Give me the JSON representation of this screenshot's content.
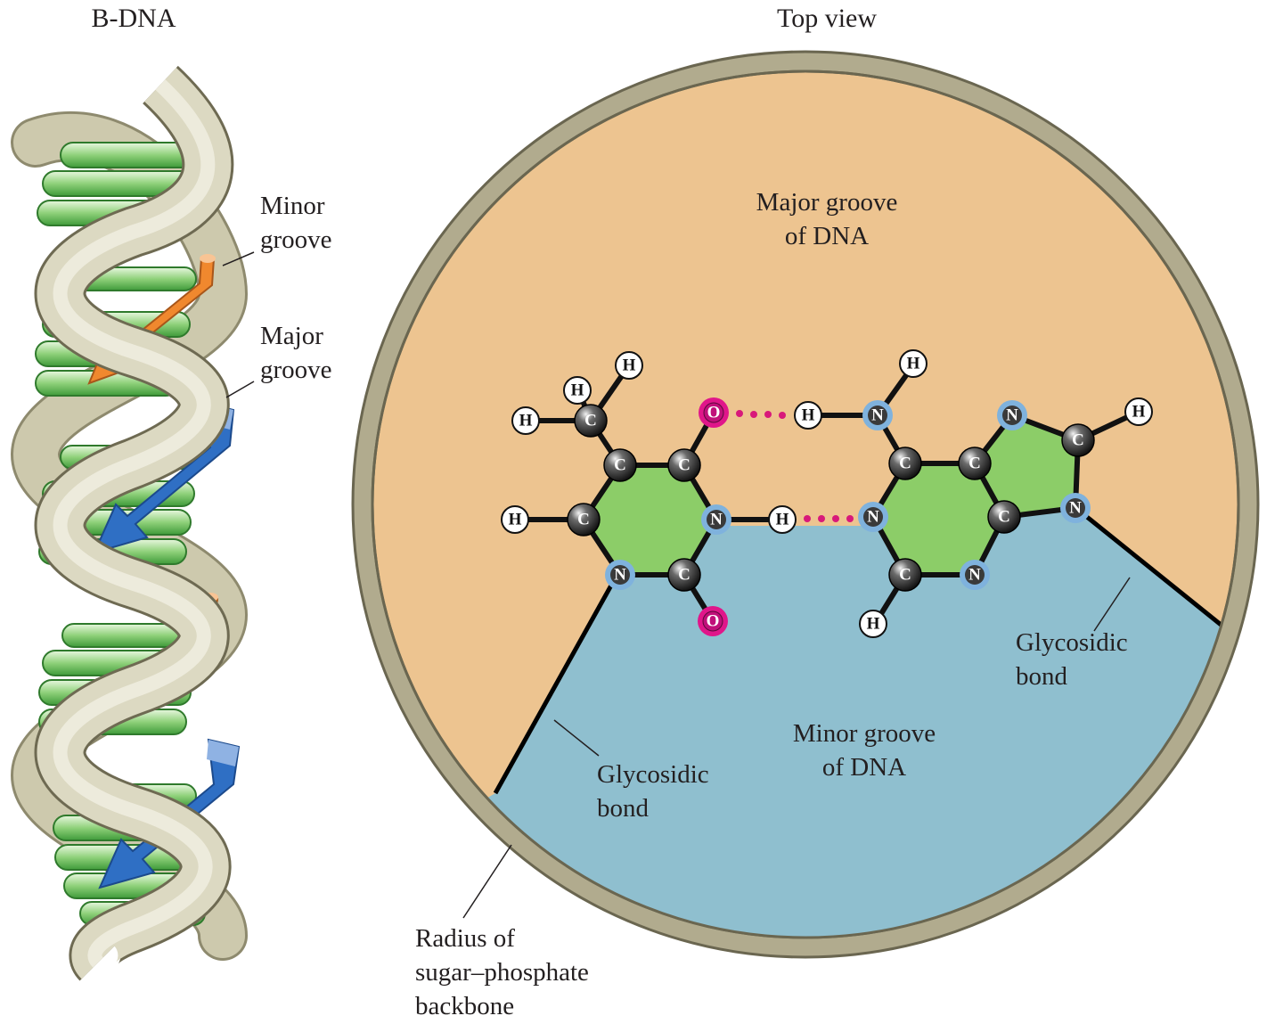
{
  "left_panel": {
    "title": "B-DNA",
    "minor_groove_label": [
      "Minor",
      "groove"
    ],
    "major_groove_label": [
      "Major",
      "groove"
    ]
  },
  "right_panel": {
    "title": "Top view",
    "major_groove_label": [
      "Major groove",
      "of DNA"
    ],
    "minor_groove_label": [
      "Minor groove",
      "of DNA"
    ],
    "glycosidic_bond_left": [
      "Glycosidic",
      "bond"
    ],
    "glycosidic_bond_right": [
      "Glycosidic",
      "bond"
    ],
    "backbone_label": [
      "Radius of",
      "sugar–phosphate",
      "backbone"
    ]
  },
  "atoms": {
    "H": "H",
    "C": "C",
    "N": "N",
    "O": "O"
  },
  "colors": {
    "backbone_ribbon": "#d6d3ba",
    "base_pairs": "#8fd17a",
    "minor_groove_arrow": "#f0882e",
    "major_groove_arrow": "#2f6fc4",
    "major_groove_region": "#edc490",
    "minor_groove_region": "#8fbfcf",
    "backbone_ring": "#b1ab8e",
    "ring_fill": "#8ccd68",
    "nitrogen": "#7fb2dd",
    "oxygen": "#e0168a",
    "carbon": "#2b2b2b",
    "hydrogen": "#ffffff",
    "hydrogen_bond": "#d8197a"
  }
}
